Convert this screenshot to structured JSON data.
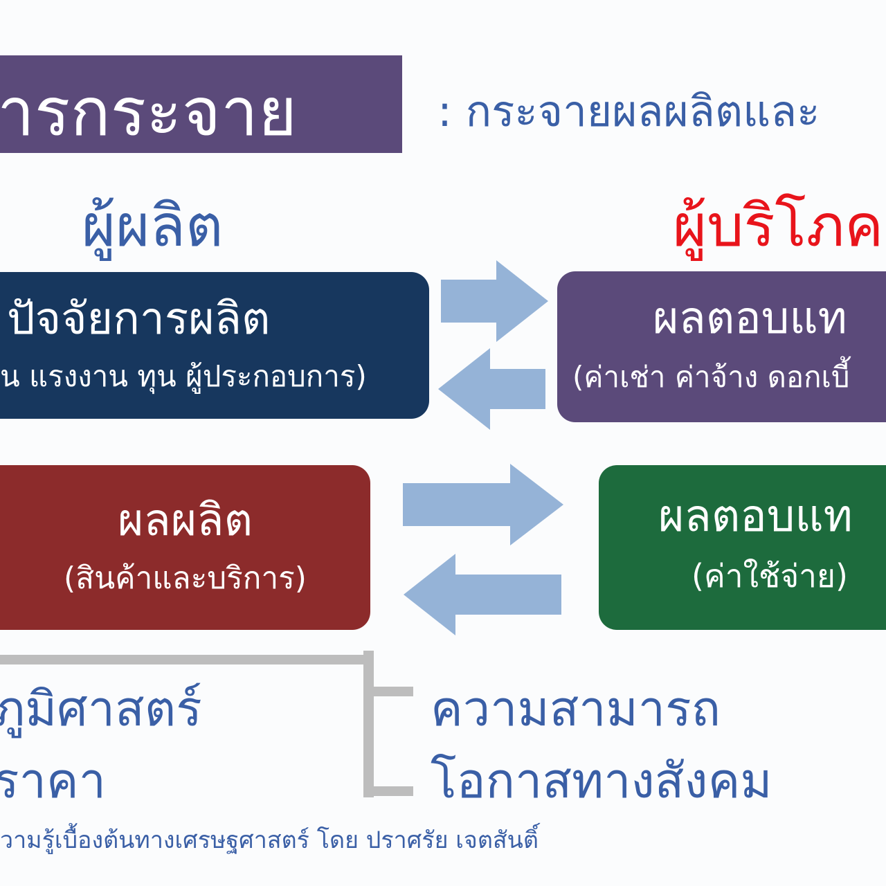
{
  "title": {
    "label": "ารกระจาย",
    "subtitle": ": กระจายผลผลิตและ"
  },
  "producer_label": "ผู้ผลิต",
  "consumer_label": "ผู้บริโภค",
  "boxes": {
    "factors": {
      "title": "ปัจจัยการผลิต",
      "detail": "น แรงงาน ทุน ผู้ประกอบการ)"
    },
    "returns": {
      "title": "ผลตอบแท",
      "detail": "(ค่าเช่า ค่าจ้าง ดอกเบี้"
    },
    "output": {
      "title": "ผลผลิต",
      "detail": "(สินค้าและบริการ)"
    },
    "expense": {
      "title": "ผลตอบแท",
      "detail": "(ค่าใช้จ่าย)"
    }
  },
  "left_factors": [
    "ภูมิศาสตร์",
    "ราคา"
  ],
  "right_factors": [
    "ความสามารถ",
    "โอกาสทางสังคม"
  ],
  "footer": "วามรู้เบื้องต้นทางเศรษฐศาสตร์ โดย ปราศรัย เจตสันติ์",
  "colors": {
    "purple": "#5b4a7a",
    "navy": "#17375e",
    "red": "#8c2b2b",
    "green": "#1d6b3d",
    "arrow": "#95b3d7",
    "text_blue": "#3a5fa6",
    "consumer_red": "#e8141b"
  }
}
